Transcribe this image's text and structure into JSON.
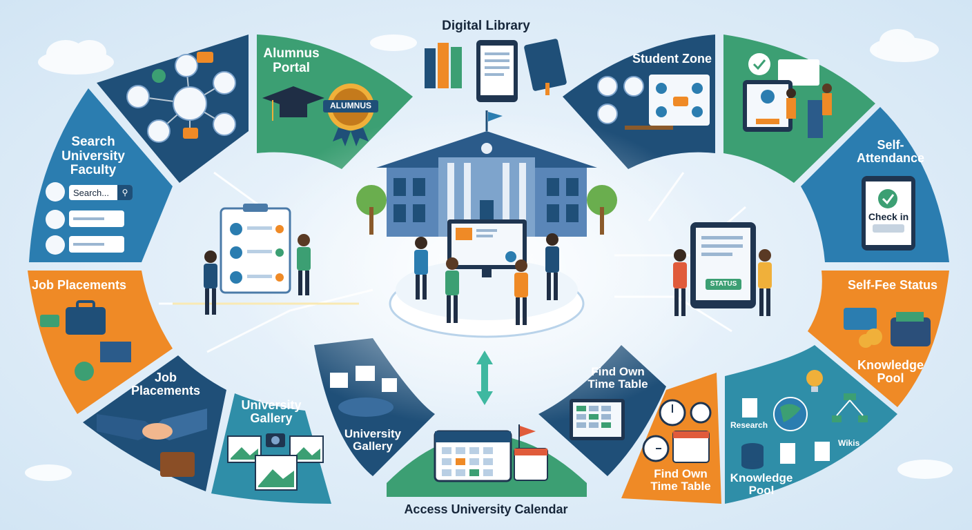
{
  "colors": {
    "navy": "#1f4f78",
    "blue": "#2b7db0",
    "teal": "#2f8ea8",
    "green": "#3c9f73",
    "orange": "#ef8a26",
    "bg": "#e3eff9"
  },
  "title_top": "Digital Library",
  "title_bottom": "Access University Calendar",
  "segments": {
    "alumnus": {
      "line1": "Alumnus",
      "line2": "Portal",
      "badge": "ALUMNUS"
    },
    "search_faculty": {
      "line1": "Search",
      "line2": "University",
      "line3": "Faculty",
      "search_text": "Search..."
    },
    "job_placements_a": {
      "label": "Job Placements"
    },
    "job_placements_b": {
      "line1": "Job",
      "line2": "Placements"
    },
    "gallery_a": {
      "line1": "University",
      "line2": "Gallery"
    },
    "gallery_b": {
      "line1": "University",
      "line2": "Gallery"
    },
    "student_zone": {
      "label": "Student Zone"
    },
    "self_attendance": {
      "line1": "Self-",
      "line2": "Attendance",
      "check_in": "Check in"
    },
    "self_fee": {
      "label": "Self-Fee Status"
    },
    "knowledge_pool_a": {
      "line1": "Knowledge",
      "line2": "Pool"
    },
    "knowledge_pool_b": {
      "line1": "Knowledge",
      "line2": "Pool",
      "research": "Research",
      "wikis": "Wikis"
    },
    "time_table_a": {
      "line1": "Find Own",
      "line2": "Time Table"
    },
    "time_table_b": {
      "line1": "Find Own",
      "line2": "Time Table"
    },
    "status_screen": {
      "status": "STATUS"
    }
  },
  "icons": [
    "book-icon",
    "tablet-icon",
    "graduation-cap-icon",
    "medal-icon",
    "magnifier-icon",
    "briefcase-icon",
    "handshake-icon",
    "image-icon",
    "camera-icon",
    "calendar-icon",
    "flag-icon",
    "clock-icon",
    "globe-icon",
    "lightbulb-icon",
    "database-icon",
    "wallet-icon",
    "coins-icon",
    "checkmark-icon",
    "university-building-icon"
  ]
}
